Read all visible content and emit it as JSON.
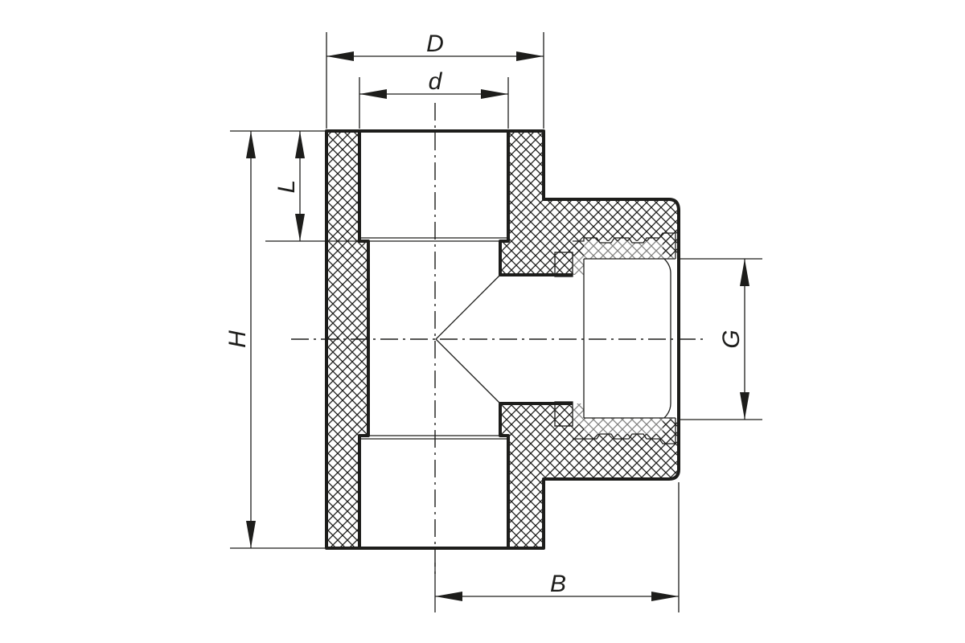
{
  "drawing": {
    "hatch_color": "#1d1d1b",
    "line_color": "#1d1d1b",
    "background": "#ffffff"
  },
  "dimensions": {
    "D": "D",
    "d": "d",
    "L": "L",
    "H": "H",
    "G": "G",
    "B": "B"
  }
}
